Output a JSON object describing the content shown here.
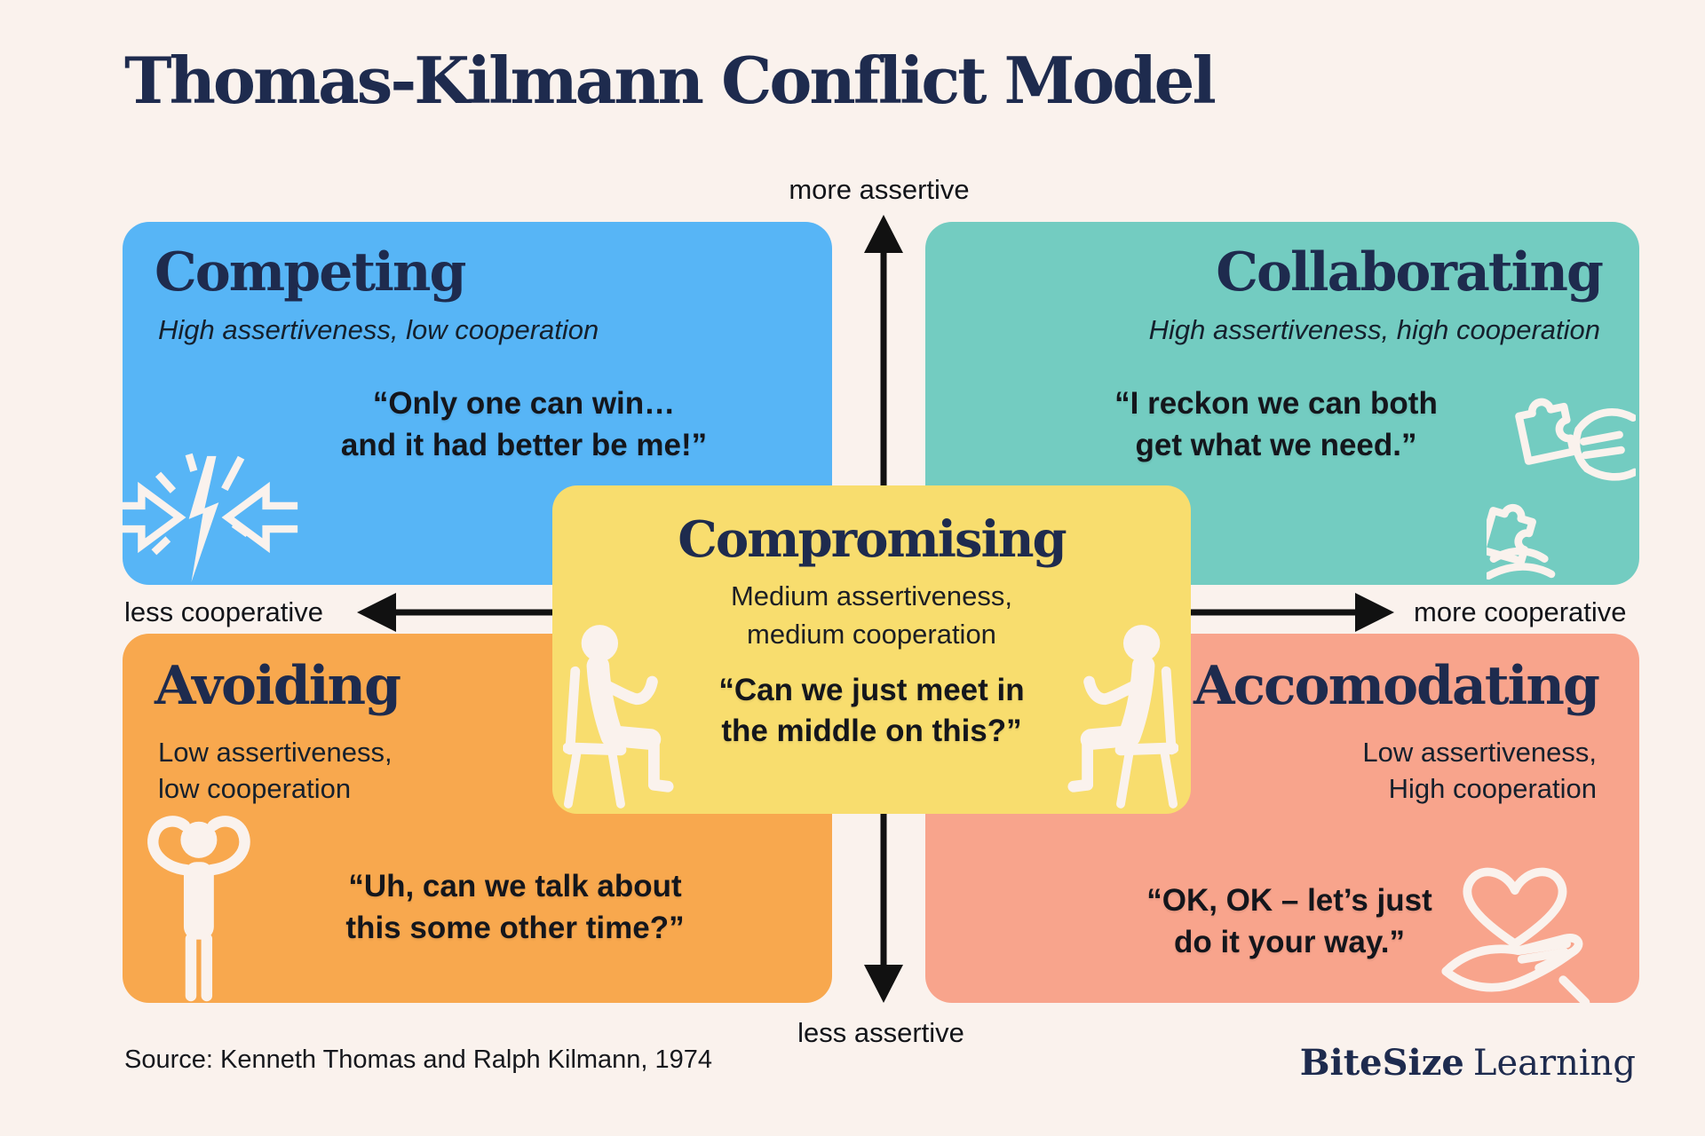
{
  "page": {
    "title": "Thomas-Kilmann Conflict Model",
    "source": "Source: Kenneth Thomas and Ralph Kilmann, 1974",
    "background_color": "#faf2ed",
    "heading_color": "#1e2b4e"
  },
  "logo": {
    "bold": "BiteSize",
    "regular": "Learning"
  },
  "axes": {
    "top": "more assertive",
    "bottom": "less assertive",
    "left": "less cooperative",
    "right": "more cooperative",
    "line_color": "#111111"
  },
  "quadrants": {
    "competing": {
      "title": "Competing",
      "subtitle": "High assertiveness, low cooperation",
      "quote_line1": "“Only one can win…",
      "quote_line2": "and it had better be me!”",
      "color": "#57b5f6",
      "icon": "collision-icon"
    },
    "collaborating": {
      "title": "Collaborating",
      "subtitle": "High assertiveness, high cooperation",
      "quote_line1": "“I reckon we can both",
      "quote_line2": "get what we need.”",
      "color": "#73ccc1",
      "icon": "puzzle-hands-icon"
    },
    "avoiding": {
      "title": "Avoiding",
      "subtitle_line1": "Low assertiveness,",
      "subtitle_line2": "low cooperation",
      "quote_line1": "“Uh, can we talk about",
      "quote_line2": "this some other time?”",
      "color": "#f8a84e",
      "icon": "hands-behind-head-icon"
    },
    "accomodating": {
      "title": "Accomodating",
      "subtitle_line1": "Low assertiveness,",
      "subtitle_line2": "High cooperation",
      "quote_line1": "“OK, OK – let’s just",
      "quote_line2": "do it your way.”",
      "color": "#f8a48c",
      "icon": "heart-in-hand-icon"
    }
  },
  "center": {
    "title": "Compromising",
    "subtitle_line1": "Medium assertiveness,",
    "subtitle_line2": "medium cooperation",
    "quote_line1": "“Can we just meet in",
    "quote_line2": "the middle on this?”",
    "color": "#f8dd6e",
    "icon": "sitting-people-icons"
  }
}
